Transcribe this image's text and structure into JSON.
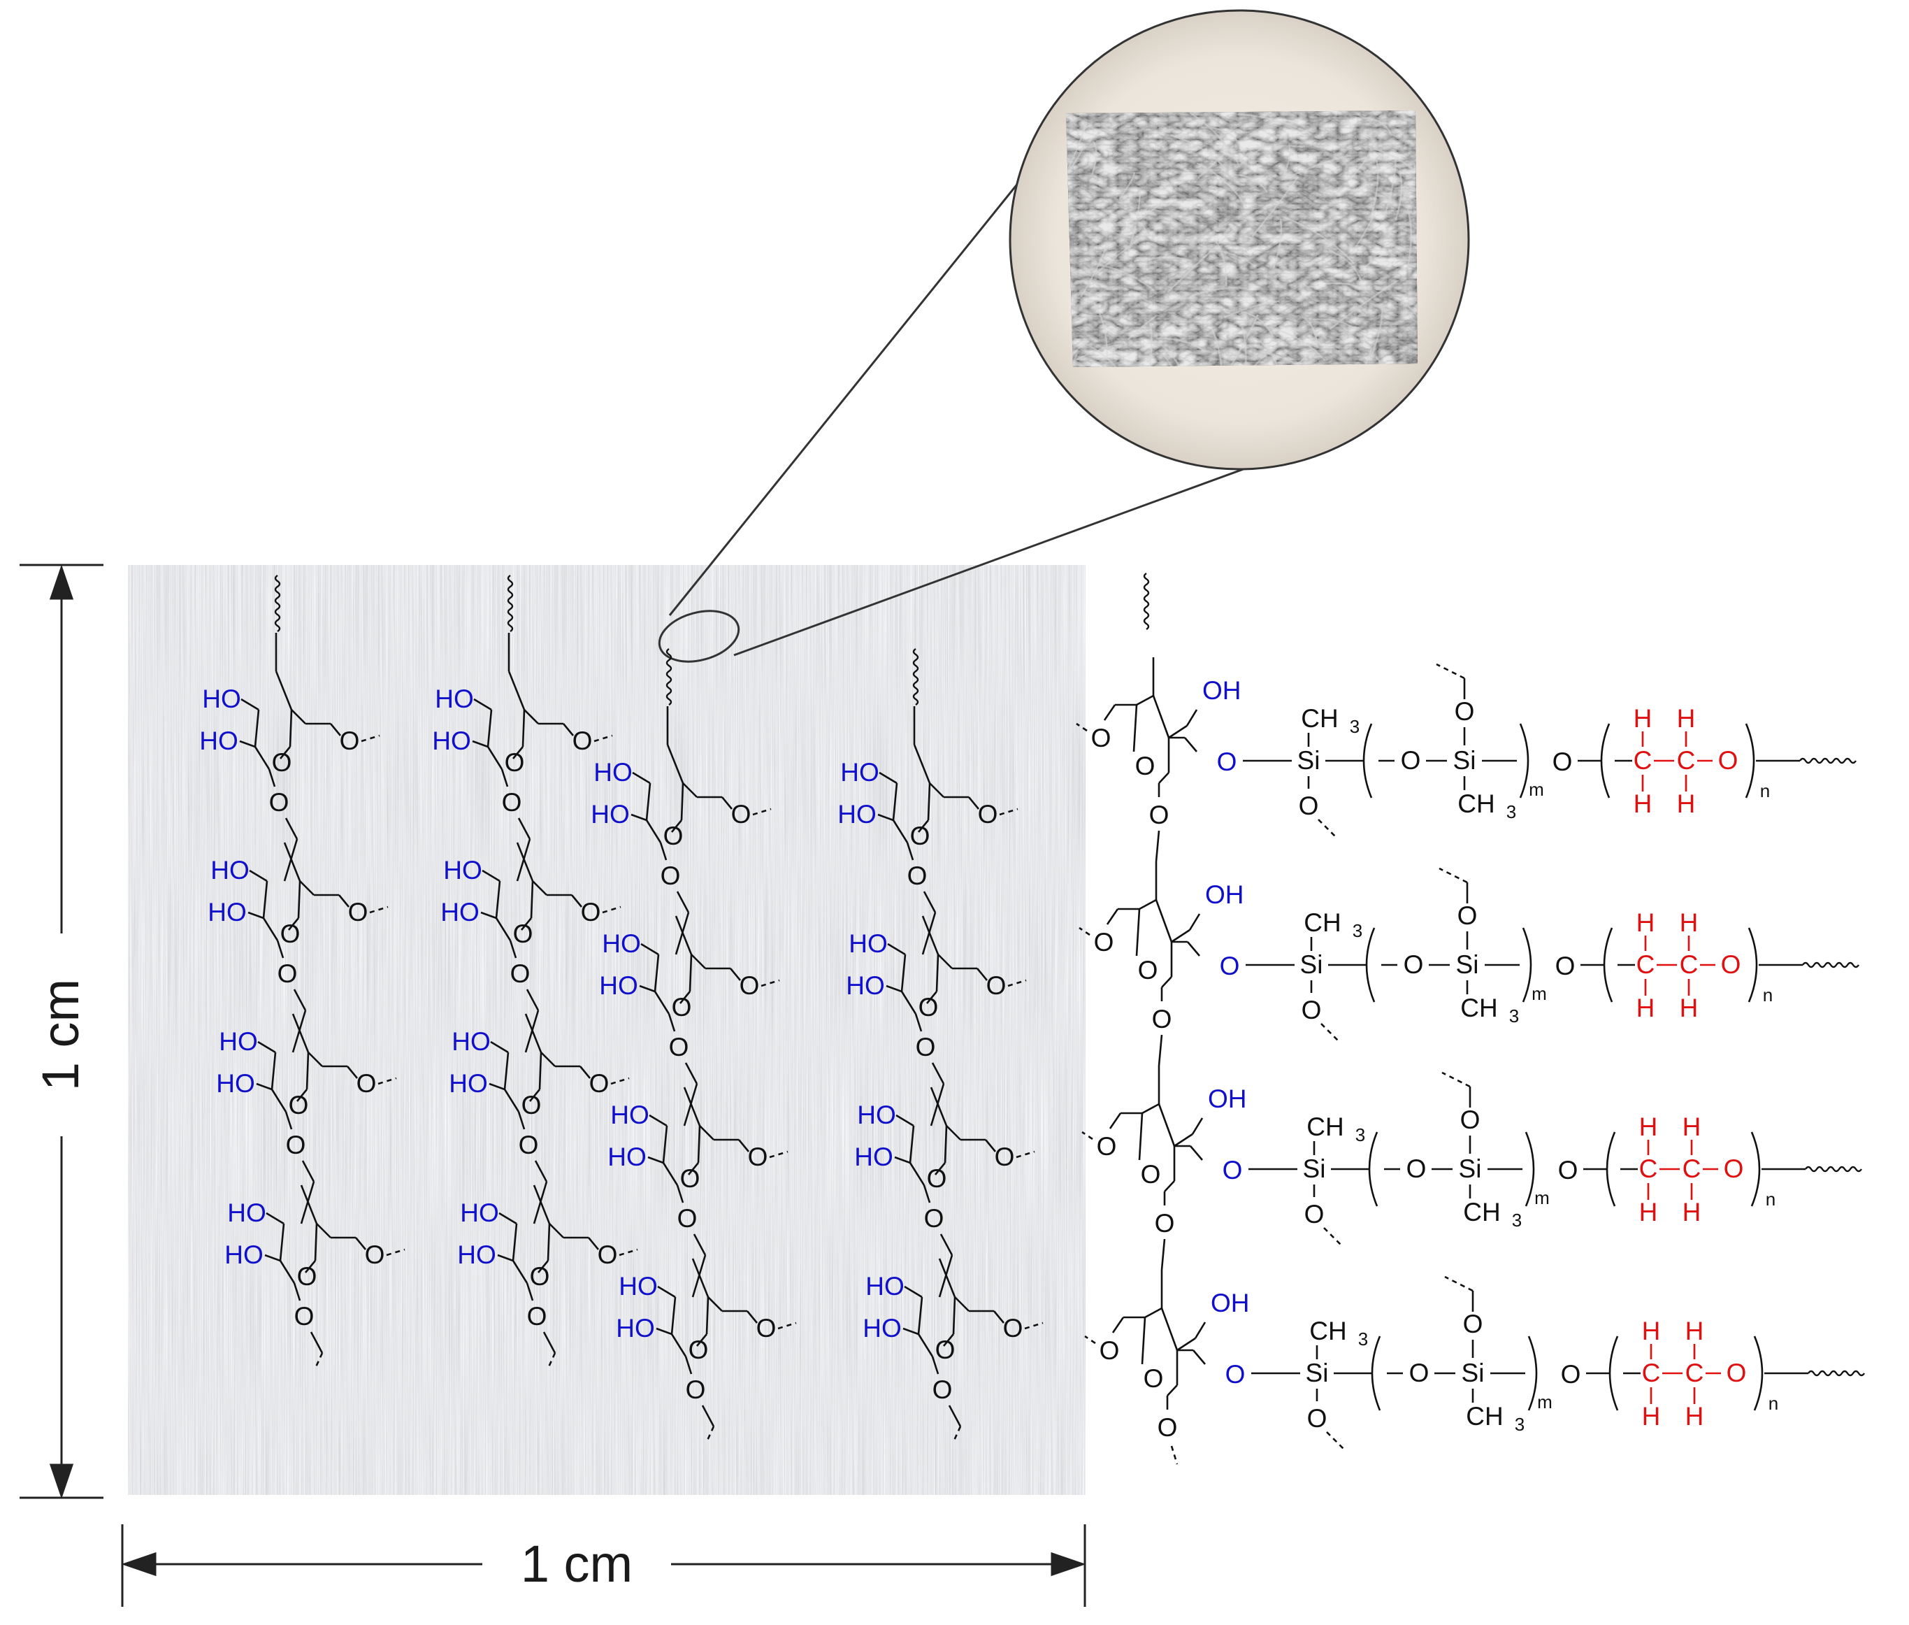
{
  "dimensions": {
    "horizontal_label": "1 cm",
    "vertical_label": "1 cm"
  },
  "labels": {
    "hydroxyl": "HO",
    "hydroxyl_right": "OH",
    "oxygen": "O",
    "silicon": "Si",
    "methyl": "CH",
    "methyl_sub": "3",
    "carbon": "C",
    "hydrogen": "H",
    "sub_m": "m",
    "sub_n": "n"
  },
  "colors": {
    "hydroxyl_blue": "#1010cc",
    "ethylene_red": "#e01010",
    "bond_black": "#111111",
    "fabric_base": "#c9cdd1"
  },
  "icons": {
    "magnifier": "magnification-circle-icon",
    "sem_image": "woven-fiber-micrograph",
    "fabric": "cotton-fabric-swatch"
  }
}
